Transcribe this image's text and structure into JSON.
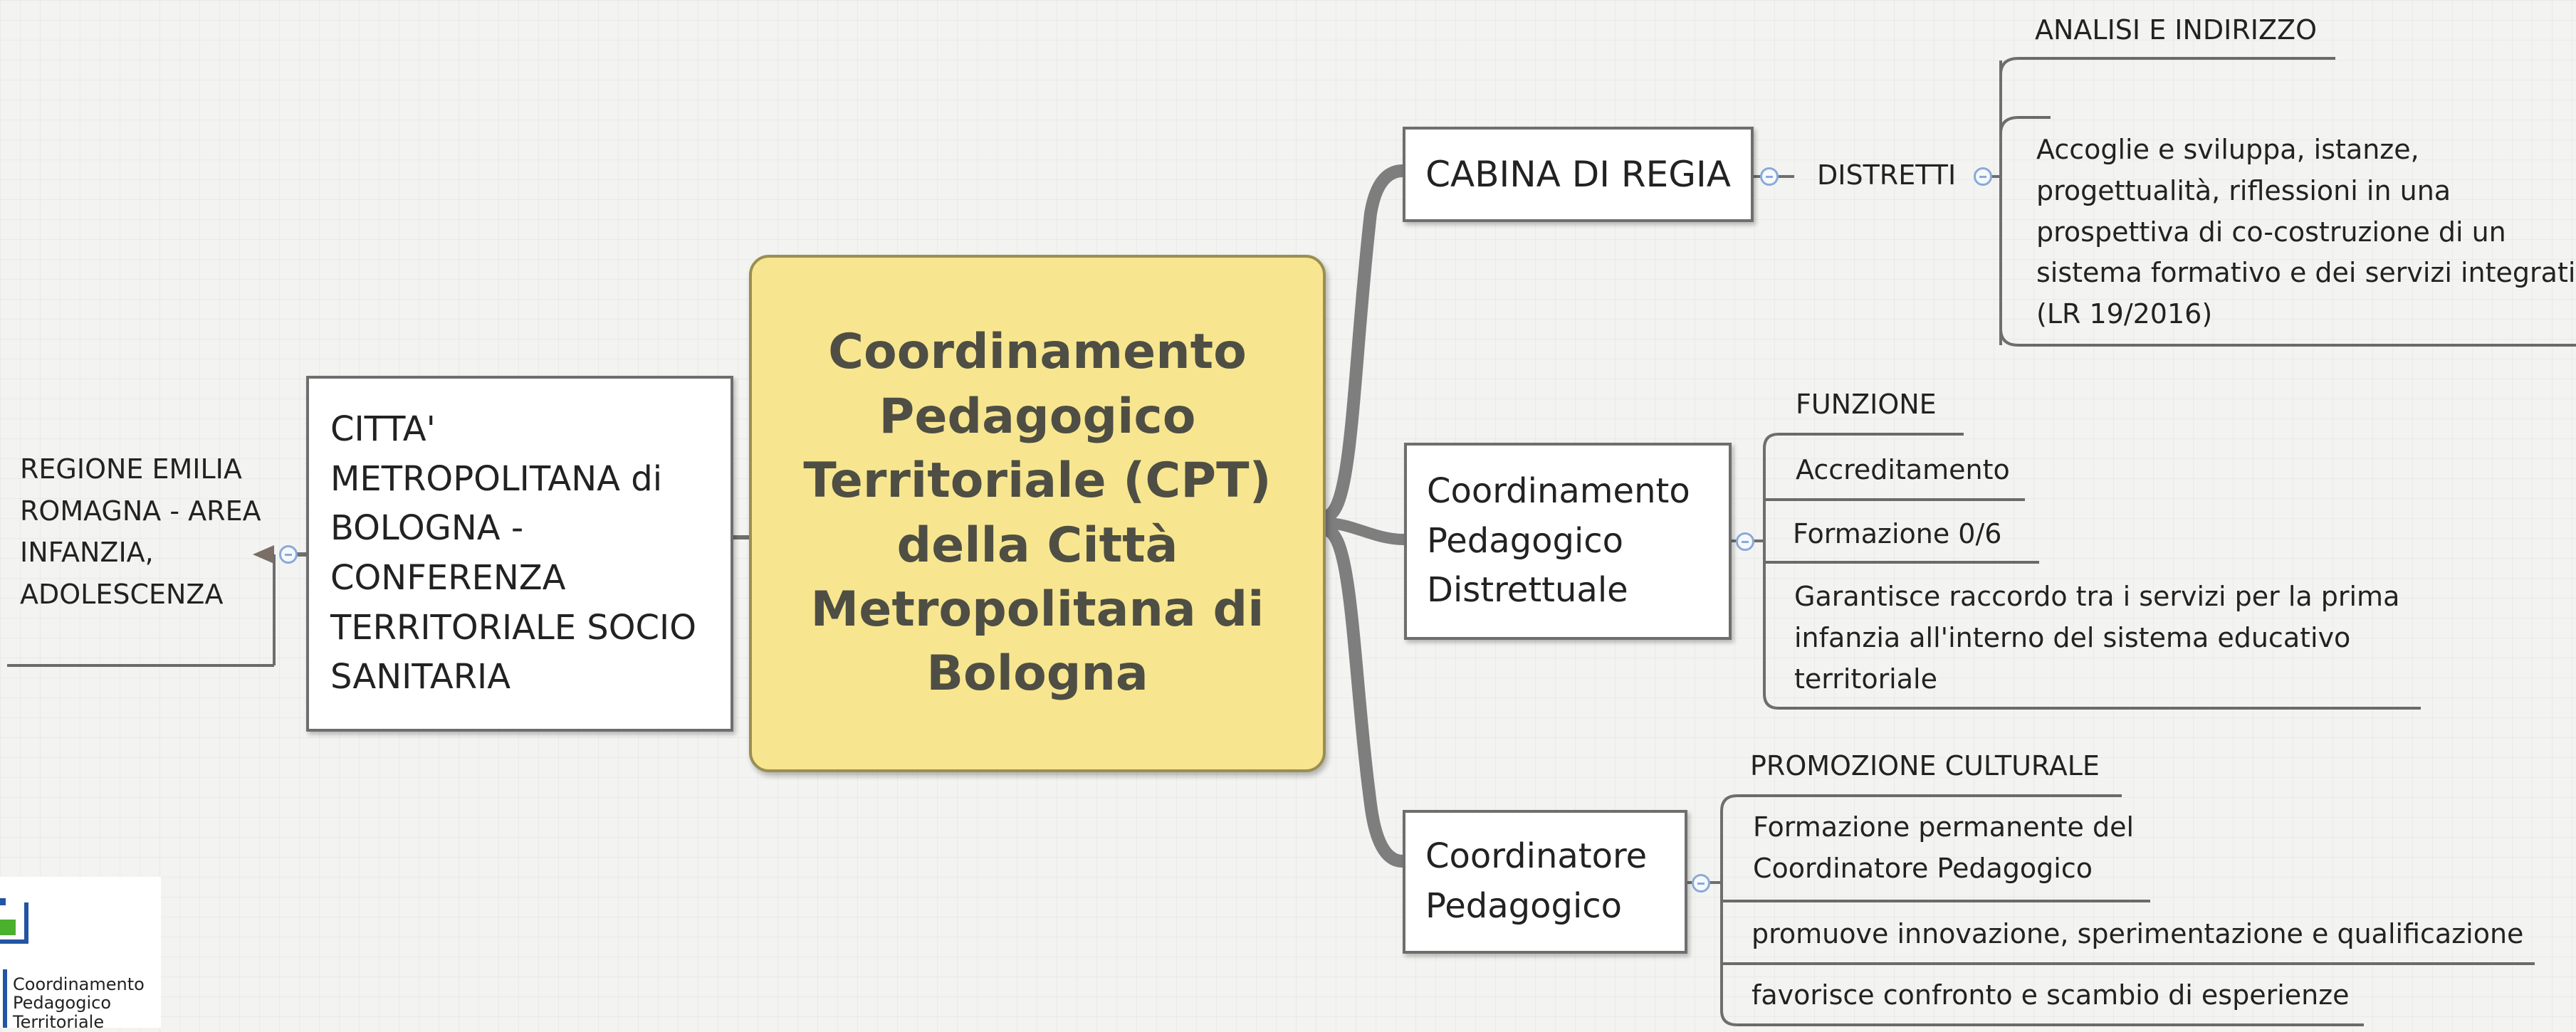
{
  "central": {
    "title": "Coordinamento Pedagogico Territoriale (CPT) della Città Metropolitana di Bologna"
  },
  "left": {
    "citta": "CITTA' METROPOLITANA di BOLOGNA - CONFERENZA TERRITORIALE SOCIO SANITARIA",
    "regione": "REGIONE EMILIA ROMAGNA - AREA INFANZIA, ADOLESCENZA"
  },
  "branches": {
    "cabina": {
      "label": "CABINA DI REGIA",
      "distretti": "DISTRETTI",
      "analisi": "ANALISI E INDIRIZZO",
      "desc": "Accoglie e sviluppa, istanze, progettualità, riflessioni in una prospettiva di co-costruzione di un sistema formativo e dei servizi integrati (LR 19/2016)"
    },
    "distrettuale": {
      "label": "Coordinamento Pedagogico Distrettuale",
      "funzione": "FUNZIONE",
      "accreditamento": "Accreditamento",
      "formazione": "Formazione 0/6",
      "raccordo": "Garantisce raccordo tra i servizi per la prima infanzia all'interno del sistema educativo territoriale"
    },
    "coordinatore": {
      "label": "Coordinatore Pedagogico",
      "promozione": "PROMOZIONE CULTURALE",
      "formazione_permanente": "Formazione permanente del Coordinatore Pedagogico",
      "innovazione": "promuove innovazione, sperimentazione e qualificazione",
      "confronto": "favorisce confronto e scambio di esperienze"
    }
  },
  "logo": {
    "line1": "Coordinamento",
    "line2": "Pedagogico",
    "line3": "Territoriale"
  },
  "colors": {
    "central_fill": "#f7e68f",
    "central_text": "#4e4e44",
    "connector": "#6e6e6e",
    "collapse_icon": "#8aa9d8",
    "logo_blue": "#2255a4",
    "logo_green": "#4ab02e"
  }
}
